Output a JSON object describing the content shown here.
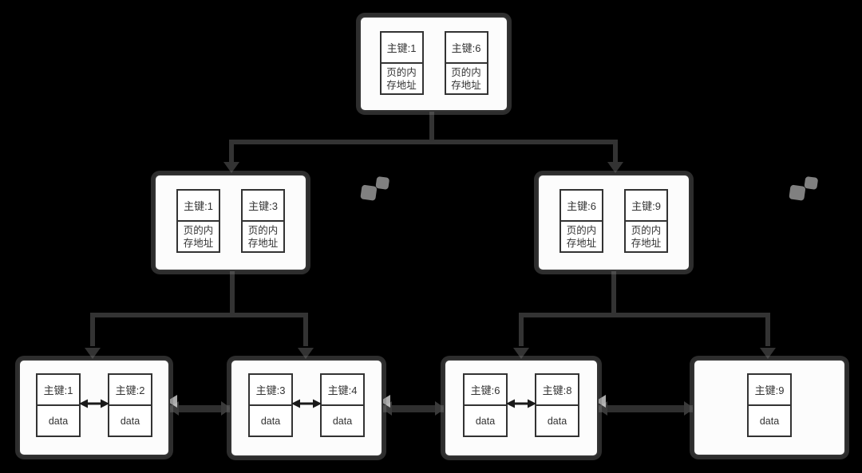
{
  "colors": {
    "background": "#000000",
    "node_fill": "#fcfcfc",
    "stroke": "#333333",
    "connector": "#333333",
    "leaf_link": "#2f2f2f",
    "inner_arrow": "#1a1a1a",
    "watermark": "#eaeaea"
  },
  "nodes": {
    "root": {
      "cells": [
        {
          "key": "主键:1",
          "value": "页的内存地址"
        },
        {
          "key": "主键:6",
          "value": "页的内存地址"
        }
      ]
    },
    "internal_left": {
      "cells": [
        {
          "key": "主键:1",
          "value": "页的内存地址"
        },
        {
          "key": "主键:3",
          "value": "页的内存地址"
        }
      ]
    },
    "internal_right": {
      "cells": [
        {
          "key": "主键:6",
          "value": "页的内存地址"
        },
        {
          "key": "主键:9",
          "value": "页的内存地址"
        }
      ]
    },
    "leaf_1": {
      "cells": [
        {
          "key": "主键:1",
          "value": "data"
        },
        {
          "key": "主键:2",
          "value": "data"
        }
      ]
    },
    "leaf_2": {
      "cells": [
        {
          "key": "主键:3",
          "value": "data"
        },
        {
          "key": "主键:4",
          "value": "data"
        }
      ]
    },
    "leaf_3": {
      "cells": [
        {
          "key": "主键:6",
          "value": "data"
        },
        {
          "key": "主键:8",
          "value": "data"
        }
      ]
    },
    "leaf_4": {
      "cells": [
        {
          "key": "主键:9",
          "value": "data"
        }
      ]
    }
  }
}
